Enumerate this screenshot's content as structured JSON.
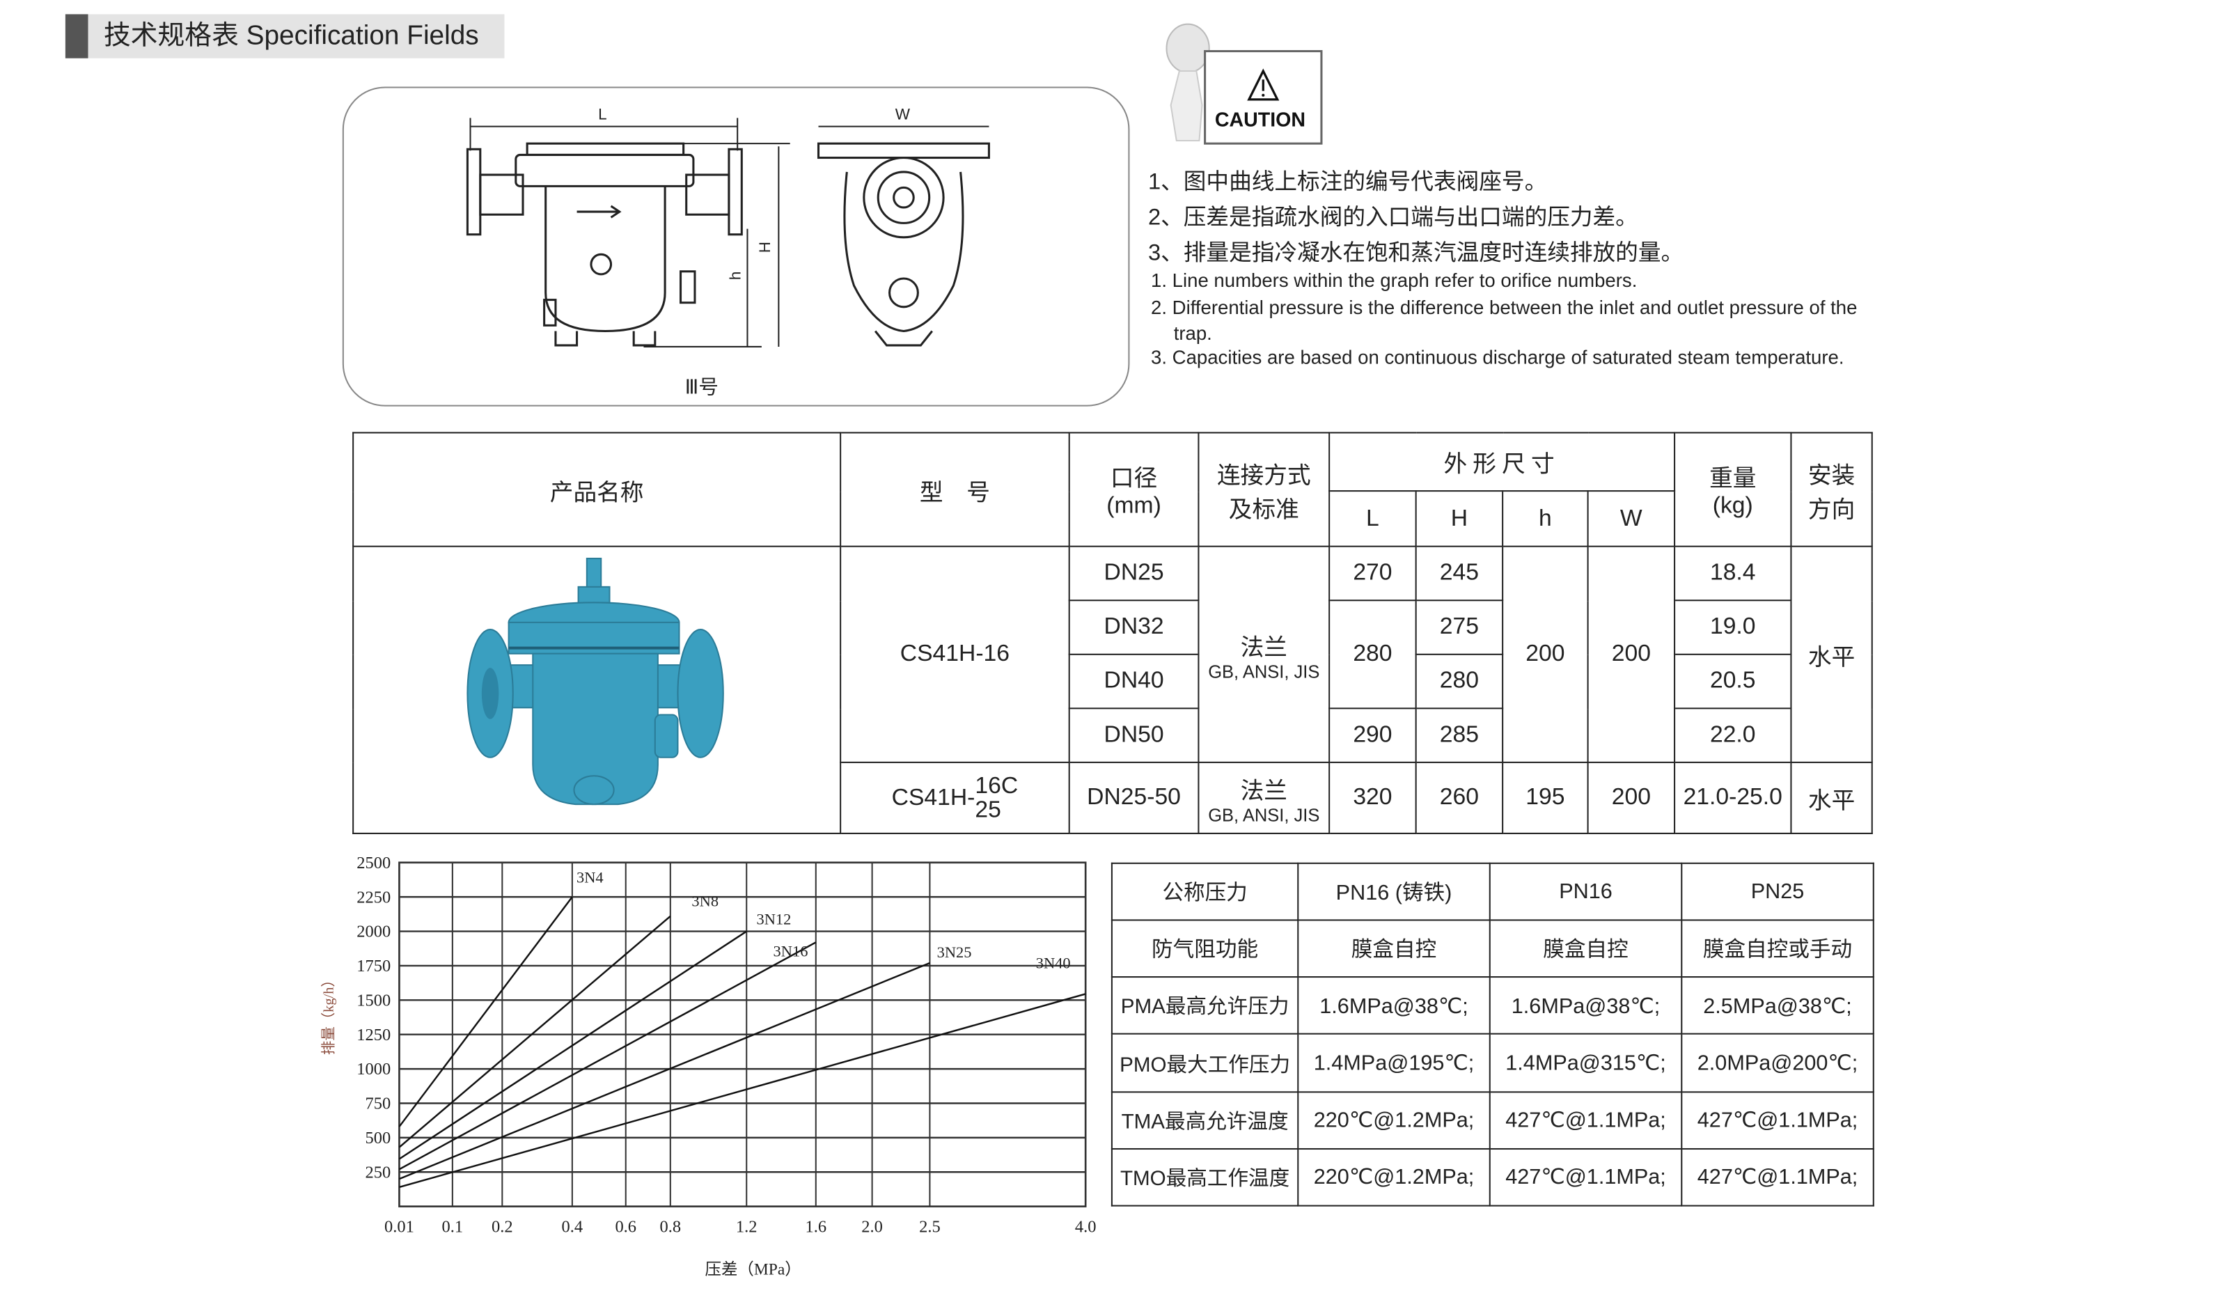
{
  "header": {
    "title": "技术规格表  Specification Fields"
  },
  "drawing": {
    "label_L": "L",
    "label_W": "W",
    "label_H": "H",
    "label_h": "h",
    "caption": "Ⅲ号"
  },
  "caution": {
    "sign_text": "CAUTION",
    "icon": "warning-triangle-icon"
  },
  "notes_cn": [
    "1、图中曲线上标注的编号代表阀座号。",
    "2、压差是指疏水阀的入口端与出口端的压力差。",
    "3、排量是指冷凝水在饱和蒸汽温度时连续排放的量。"
  ],
  "notes_en": [
    "1. Line numbers within the graph refer to orifice numbers.",
    "2. Differential pressure is the difference between the inlet and outlet pressure of the trap.",
    "3. Capacities are based on continuous discharge of saturated steam temperature."
  ],
  "spec_table": {
    "headers": {
      "product": "产品名称",
      "model": "型　号",
      "bore": "口径",
      "bore_unit": "(mm)",
      "conn": "连接方式",
      "conn2": "及标准",
      "dims": "外形尺寸",
      "L": "L",
      "H": "H",
      "h": "h",
      "W": "W",
      "weight": "重量",
      "weight_unit": "(kg)",
      "install": "安装",
      "install2": "方向"
    },
    "model1": "CS41H-16",
    "model2_prefix": "CS41H-",
    "model2_top": "16C",
    "model2_bottom": "25",
    "conn": "法兰",
    "conn_std": "GB, ANSI, JIS",
    "rows": [
      {
        "dn": "DN25",
        "L": "270",
        "H": "245",
        "weight": "18.4"
      },
      {
        "dn": "DN32",
        "L": "280",
        "H": "275",
        "weight": "19.0"
      },
      {
        "dn": "DN40",
        "L": "280",
        "H": "280",
        "weight": "20.5"
      },
      {
        "dn": "DN50",
        "L": "290",
        "H": "285",
        "weight": "22.0"
      }
    ],
    "h_shared": "200",
    "W_shared": "200",
    "install": "水平",
    "row2": {
      "dn": "DN25-50",
      "L": "320",
      "H": "260",
      "h": "195",
      "W": "200",
      "weight": "21.0-25.0",
      "install": "水平"
    },
    "product_color": "#3a9fc0"
  },
  "pressure_table": {
    "rows": [
      [
        "公称压力",
        "PN16 (铸铁)",
        "PN16",
        "PN25"
      ],
      [
        "防气阻功能",
        "膜盒自控",
        "膜盒自控",
        "膜盒自控或手动"
      ],
      [
        "PMA最高允许压力",
        "1.6MPa@38℃;",
        "1.6MPa@38℃;",
        "2.5MPa@38℃;"
      ],
      [
        "PMO最大工作压力",
        "1.4MPa@195℃;",
        "1.4MPa@315℃;",
        "2.0MPa@200℃;"
      ],
      [
        "TMA最高允许温度",
        "220℃@1.2MPa;",
        "427℃@1.1MPa;",
        "427℃@1.1MPa;"
      ],
      [
        "TMO最高工作温度",
        "220℃@1.2MPa;",
        "427℃@1.1MPa;",
        "427℃@1.1MPa;"
      ]
    ]
  },
  "chart_data": {
    "type": "line",
    "xlabel": "压差（MPa）",
    "ylabel": "排量（kg/h）",
    "ylabel_color": "#8a4a3a",
    "x_ticks": [
      0.01,
      0.1,
      0.2,
      0.4,
      0.6,
      0.8,
      1.2,
      1.6,
      2.0,
      2.5,
      4.0
    ],
    "x_tick_labels": [
      "0.01",
      "0.1",
      "0.2",
      "0.4",
      "0.6",
      "0.8",
      "1.2",
      "1.6",
      "2.0",
      "2.5",
      "4.0"
    ],
    "y_ticks": [
      250,
      500,
      750,
      1000,
      1250,
      1500,
      1750,
      2000,
      2250,
      2500
    ],
    "y_tick_labels": [
      "250",
      "500",
      "750",
      "1000",
      "1250",
      "1500",
      "1750",
      "2000",
      "2250",
      "2500"
    ],
    "ylim": [
      0,
      2500
    ],
    "xlim": [
      0.01,
      4.0
    ],
    "x_scale": "non-uniform",
    "grid": true,
    "series": [
      {
        "name": "3N4",
        "x": [
          0.01,
          0.4
        ],
        "y": [
          580,
          2250
        ]
      },
      {
        "name": "3N8",
        "x": [
          0.01,
          0.8
        ],
        "y": [
          430,
          2110
        ]
      },
      {
        "name": "3N12",
        "x": [
          0.01,
          1.2
        ],
        "y": [
          345,
          2000
        ]
      },
      {
        "name": "3N16",
        "x": [
          0.01,
          1.6
        ],
        "y": [
          270,
          1920
        ]
      },
      {
        "name": "3N25",
        "x": [
          0.01,
          2.5
        ],
        "y": [
          200,
          1770
        ]
      },
      {
        "name": "3N40",
        "x": [
          0.01,
          4.0
        ],
        "y": [
          140,
          1545
        ]
      }
    ]
  }
}
